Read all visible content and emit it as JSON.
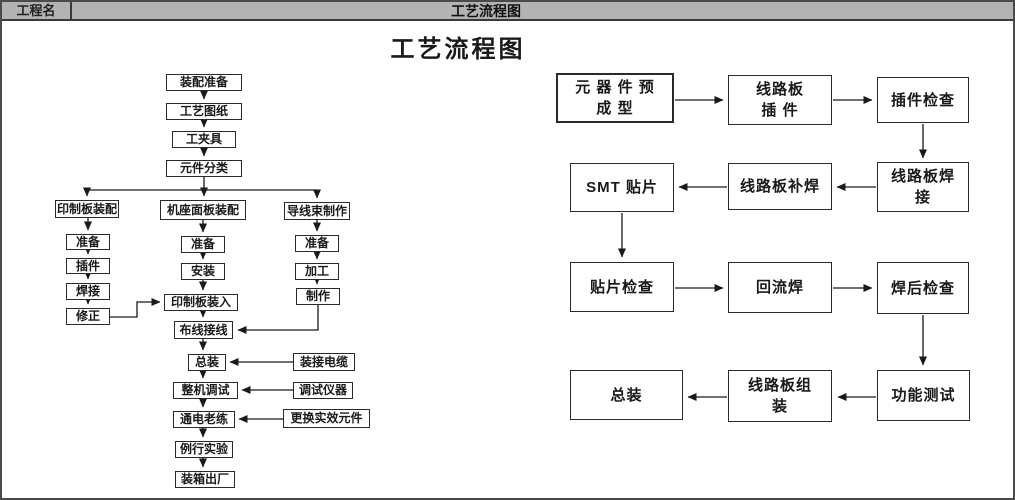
{
  "header": {
    "project_label": "工程名",
    "bar_title": "工艺流程图"
  },
  "main_title": "工艺流程图",
  "left_chart": {
    "top_chain": [
      "装配准备",
      "工艺图纸",
      "工夹具",
      "元件分类"
    ],
    "branch_pcb": {
      "title": "印制板装配",
      "steps": [
        "准备",
        "插件",
        "焊接",
        "修正"
      ]
    },
    "branch_chassis": {
      "title": "机座面板装配",
      "steps": [
        "准备",
        "安装",
        "印制板装入",
        "布线接线",
        "总装",
        "整机调试",
        "通电老练",
        "例行实验",
        "装箱出厂"
      ]
    },
    "branch_wire": {
      "title": "导线束制作",
      "steps": [
        "准备",
        "加工",
        "制作"
      ]
    },
    "aux": [
      "装接电缆",
      "调试仪器",
      "更换实效元件"
    ]
  },
  "right_chart": {
    "rows": [
      [
        [
          "元 器 件 预",
          "成  型"
        ],
        [
          "线路板",
          "插    件"
        ],
        "插件检查"
      ],
      [
        "SMT 贴片",
        "线路板补焊",
        [
          "线路板焊",
          "接"
        ]
      ],
      [
        "贴片检查",
        "回流焊",
        "焊后检查"
      ],
      [
        "总装",
        [
          "线路板组",
          "装"
        ],
        "功能测试"
      ]
    ]
  }
}
